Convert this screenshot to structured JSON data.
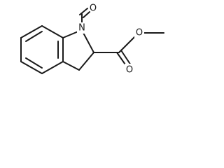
{
  "molecule": {
    "atoms": {
      "nitroso_O": {
        "symbol": "O"
      },
      "ring_N": {
        "symbol": "N"
      },
      "carbonyl_O": {
        "symbol": "O"
      },
      "ester_O": {
        "symbol": "O"
      }
    }
  },
  "colors": {
    "bond": "#1a1a1a",
    "background": "#ffffff"
  }
}
